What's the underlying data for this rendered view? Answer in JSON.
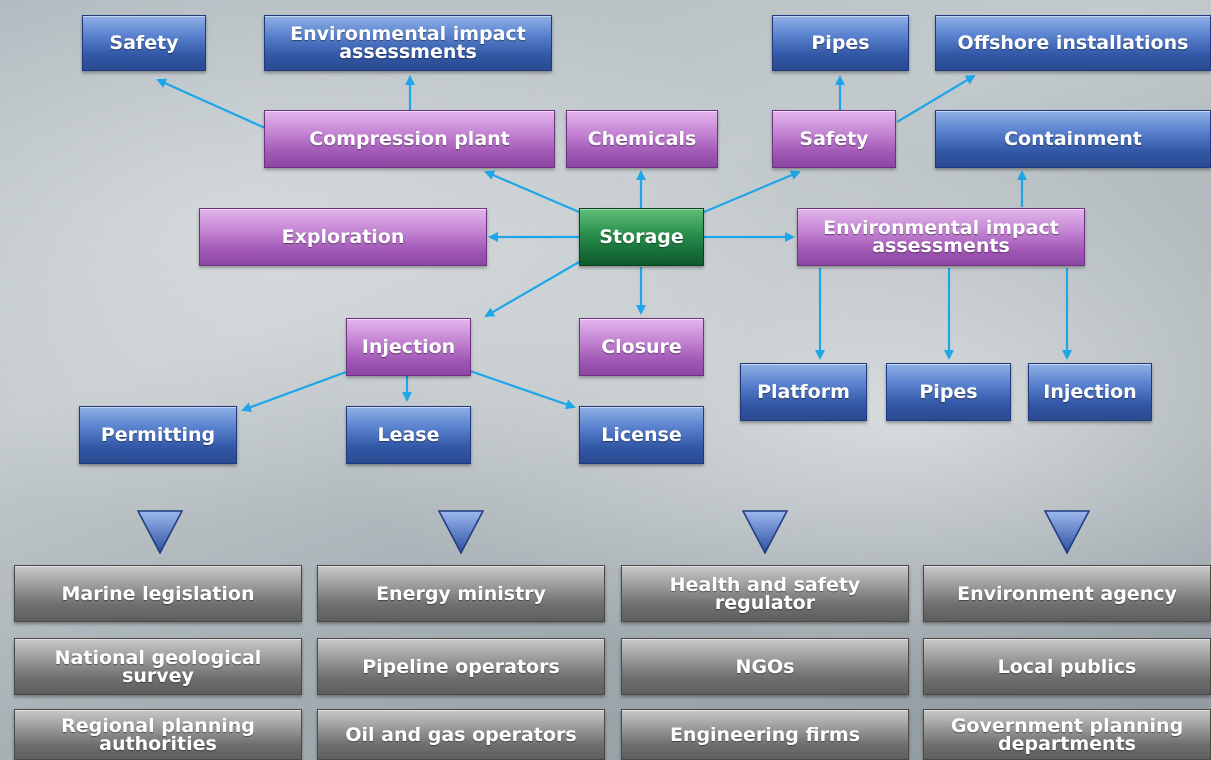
{
  "colors": {
    "arrow": "#1ea6e8",
    "blue_box": "#3459a8",
    "purple_box": "#b06cc4",
    "green_box": "#1b7a40",
    "gray_box": "#7d7d7d"
  },
  "diagram": {
    "nodes": {
      "storage": "Storage",
      "compression_plant": "Compression plant",
      "chemicals": "Chemicals",
      "safety_center": "Safety",
      "exploration": "Exploration",
      "eia_center": "Environmental impact assessments",
      "injection_center": "Injection",
      "closure": "Closure",
      "safety_top": "Safety",
      "eia_top": "Environmental impact assessments",
      "pipes_top": "Pipes",
      "offshore_installations": "Offshore installations",
      "containment": "Containment",
      "permitting": "Permitting",
      "lease": "Lease",
      "license": "License",
      "platform": "Platform",
      "pipes_right": "Pipes",
      "injection_right": "Injection"
    },
    "stakeholders": [
      [
        "Marine legislation",
        "National geological survey",
        "Regional planning authorities"
      ],
      [
        "Energy ministry",
        "Pipeline operators",
        "Oil and gas operators"
      ],
      [
        "Health and safety regulator",
        "NGOs",
        "Engineering firms"
      ],
      [
        "Environment agency",
        "Local publics",
        "Government planning departments"
      ]
    ],
    "icons": [
      "triangle-down-icon",
      "triangle-down-icon",
      "triangle-down-icon",
      "triangle-down-icon"
    ]
  }
}
